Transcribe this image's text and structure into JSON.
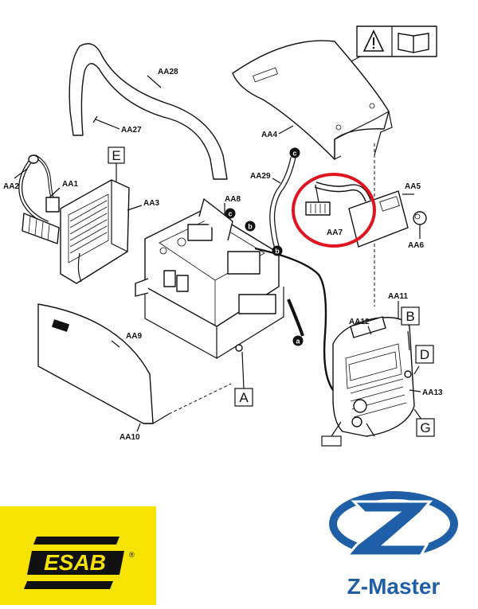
{
  "diagram": {
    "labels": {
      "aa1": "AA1",
      "aa2": "AA2",
      "aa3": "AA3",
      "aa4": "AA4",
      "aa5": "AA5",
      "aa6": "AA6",
      "aa7": "AA7",
      "aa8": "AA8",
      "aa9": "AA9",
      "aa10": "AA10",
      "aa11": "AA11",
      "aa12": "AA12",
      "aa13": "AA13",
      "aa27": "AA27",
      "aa28": "AA28",
      "aa29": "AA29"
    },
    "box_labels": {
      "a": "A",
      "b": "B",
      "d": "D",
      "e": "E",
      "g": "G"
    },
    "connectors": {
      "a": "a",
      "b": "b",
      "c": "c"
    },
    "highlight_color": "#e0141e"
  },
  "logos": {
    "esab": {
      "text": "ESAB",
      "registered": "®",
      "bg": "#f6e400",
      "fg": "#111111"
    },
    "zmaster": {
      "text": "Z-Master",
      "color": "#1f5fa8"
    }
  }
}
